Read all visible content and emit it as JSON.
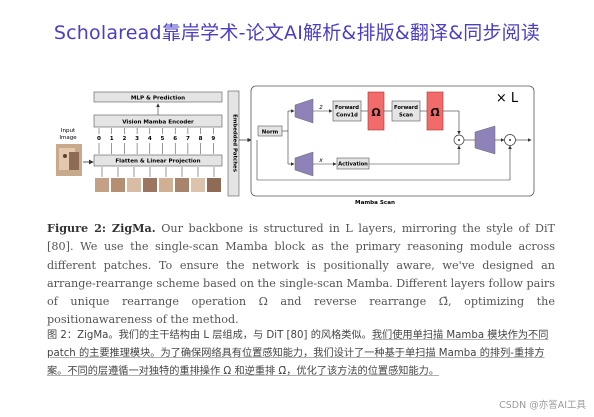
{
  "banner": {
    "title": "Scholaread靠岸学术-论文AI解析&排版&翻译&同步阅读"
  },
  "figure": {
    "input_label_1": "Input",
    "input_label_2": "Image",
    "mlp_label": "MLP & Prediction",
    "encoder_label": "Vision Mamba Encoder",
    "tokens": [
      "0",
      "1",
      "2",
      "3",
      "4",
      "5",
      "6",
      "7",
      "8",
      "9"
    ],
    "projection_label": "Flatten & Linear Projection",
    "embedded_label": "Embedded Patches",
    "norm_label": "Norm",
    "z_label": "z",
    "x_label": "x",
    "forward_conv_1": "Forward",
    "forward_conv_2": "Conv1d",
    "omega": "Ω",
    "omega_bar": "Ω̄",
    "forward_scan_1": "Forward",
    "forward_scan_2": "Scan",
    "activation_label": "Activation",
    "times_label": "× L",
    "mamba_scan_label": "Mamba Scan",
    "accent_red": "#f26b6b",
    "accent_purple": "#8f82b8"
  },
  "caption_en": {
    "label": "Figure 2: ZigMa.",
    "text": " Our backbone is structured in L layers, mirroring the style of DiT [80]. We use the single-scan Mamba block as the primary reasoning module across different patches. To ensure the network is positionally aware, we've designed an arrange-rearrange scheme based on the single-scan Mamba. Different layers follow pairs of unique rearrange operation Ω and reverse rearrange Ω̄, optimizing the positionawareness of the method."
  },
  "caption_zh": {
    "part1": "图 2：ZigMa。我们的主干结构由 L 层组成，与 DiT [80] 的风格类似。",
    "part2": "我们使用单扫描 Mamba 模块作为不同 patch 的主要推理模块。为了确保网络具有位置感知能力，我们设计了一种基于单扫描 Mamba 的排列-重排方案。不同的层遵循一对独特的重排操作 Ω 和逆重排 Ω̄，优化了该方法的位置感知能力。"
  },
  "watermark": "CSDN @亦答AI工具"
}
